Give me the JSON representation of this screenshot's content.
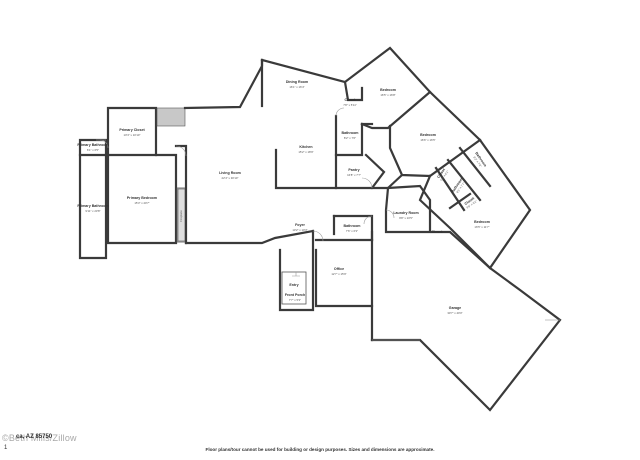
{
  "rooms": [
    {
      "id": "primary-closet",
      "name": "Primary Closet",
      "dims": "10'3\" x 10'10\""
    },
    {
      "id": "primary-bathroom-small",
      "name": "Primary Bathroom",
      "dims": "6'1\" x 6'5\""
    },
    {
      "id": "primary-bathroom",
      "name": "Primary Bathroom",
      "dims": "9'11\" x 23'8\""
    },
    {
      "id": "primary-bedroom",
      "name": "Primary Bedroom",
      "dims": "15'3\" x 20'7\""
    },
    {
      "id": "fireplace",
      "name": "Fireplace",
      "dims": ""
    },
    {
      "id": "living-room",
      "name": "Living Room",
      "dims": "22'4\" x 30'10\""
    },
    {
      "id": "dining-room",
      "name": "Dining Room",
      "dims": "16'1\" x 16'4\""
    },
    {
      "id": "kitchen",
      "name": "Kitchen",
      "dims": "15'2\" x 18'9\""
    },
    {
      "id": "closet-top",
      "name": "Closet",
      "dims": "7'8\" x 5'11\""
    },
    {
      "id": "bathroom-top",
      "name": "Bathroom",
      "dims": "8'2\" x 7'6\""
    },
    {
      "id": "pantry",
      "name": "Pantry",
      "dims": "16'8\" x 7'7\""
    },
    {
      "id": "bedroom-top",
      "name": "Bedroom",
      "dims": "16'5\" x 16'8\""
    },
    {
      "id": "bedroom-mid",
      "name": "Bedroom",
      "dims": "16'6\" x 16'5\""
    },
    {
      "id": "bathroom-diag",
      "name": "Bathroom",
      "dims": "8'2\" x 7'6\""
    },
    {
      "id": "closet-diag-a",
      "name": "Closet",
      "dims": "5'8\" x 6'1\""
    },
    {
      "id": "bathroom-diag-b",
      "name": "Bathroom",
      "dims": "8'1\" x 7'7\""
    },
    {
      "id": "closet-diag-b",
      "name": "Closet",
      "dims": "6'6\" x 6'1\""
    },
    {
      "id": "bedroom-diag",
      "name": "Bedroom",
      "dims": "16'5\" x 11'7\""
    },
    {
      "id": "laundry-room",
      "name": "Laundry Room",
      "dims": "9'8\" x 10'5\""
    },
    {
      "id": "closet-laundry",
      "name": "Closet",
      "dims": ""
    },
    {
      "id": "foyer",
      "name": "Foyer",
      "dims": "13'2\" x 10'3\""
    },
    {
      "id": "bathroom-foyer",
      "name": "Bathroom",
      "dims": "7'6\" x 6'3\""
    },
    {
      "id": "office",
      "name": "Office",
      "dims": "12'7\" x 15'9\""
    },
    {
      "id": "entry",
      "name": "Entry",
      "dims": ""
    },
    {
      "id": "front-porch",
      "name": "Front Porch",
      "dims": "7'7\" x 5'3\""
    },
    {
      "id": "garage",
      "name": "Garage",
      "dims": "30'7\" x 40'0\""
    }
  ],
  "footer": {
    "watermark": "©Beth Mills/Zillow",
    "address": "ca, AZ 85750",
    "page": "1",
    "disclaimer": "Floor plans/tour cannot be used for building or design purposes. Sizes and dimensions are approximate."
  }
}
